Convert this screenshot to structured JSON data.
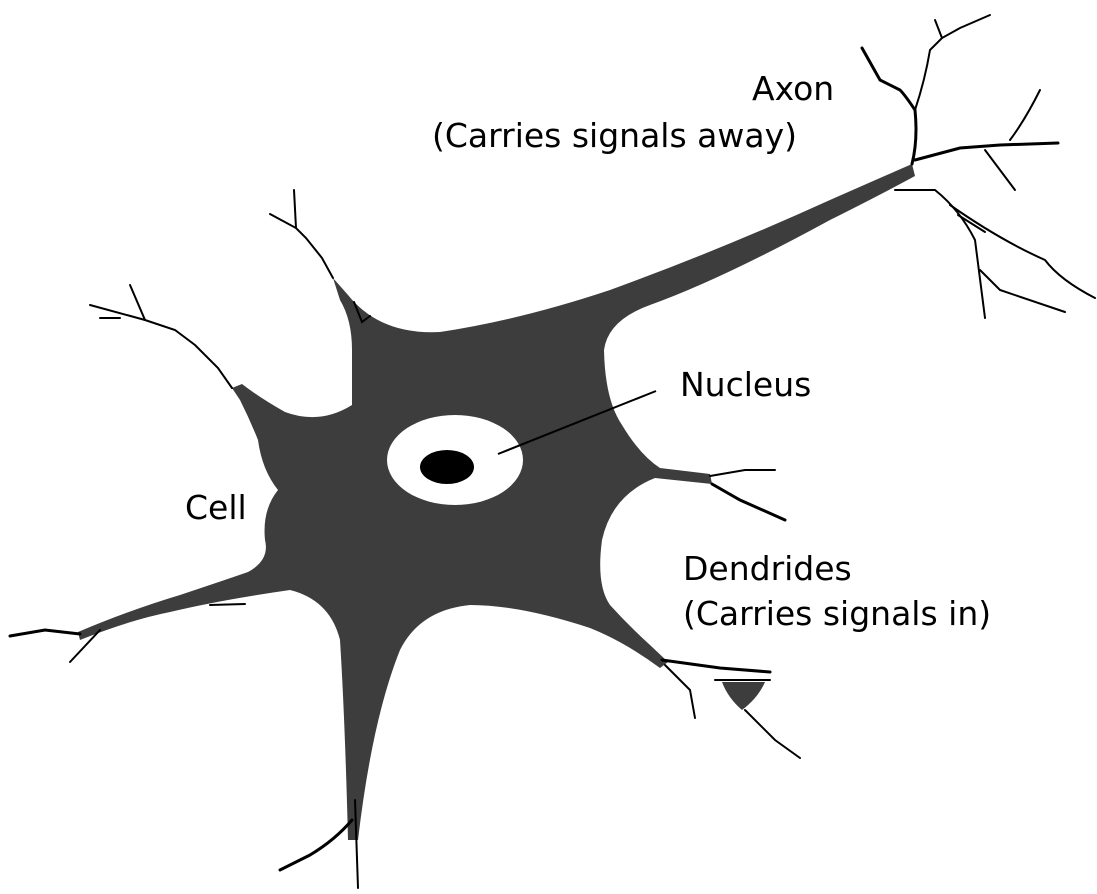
{
  "labels": {
    "axon": {
      "title": "Axon",
      "description": "(Carries signals away)"
    },
    "nucleus": "Nucleus",
    "cell": "Cell",
    "dendrites": {
      "title": "Dendrides",
      "description": "(Carries signals in)"
    }
  },
  "colors": {
    "cell_body": "#3d3d3d",
    "nucleus_ring": "#ffffff",
    "nucleolus": "#000000",
    "branch_lines": "#000000",
    "background": "#ffffff"
  }
}
